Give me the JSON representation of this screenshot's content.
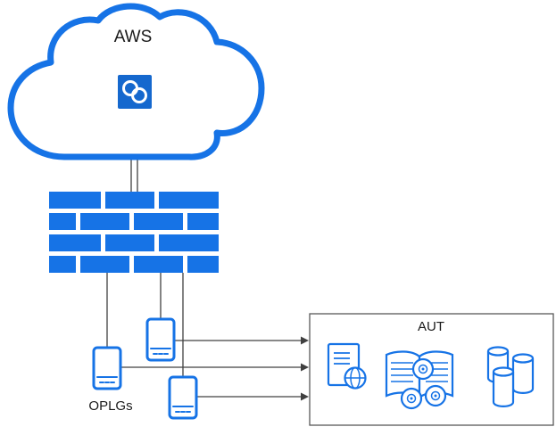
{
  "colors": {
    "blue": "#1673E6",
    "icon_bg": "#1568CE",
    "line": "#404040",
    "box_border": "#595959",
    "text": "#1A1A1A",
    "background": "#FFFFFF"
  },
  "diagram": {
    "cloud": {
      "label": "AWS",
      "icon": "linked-rings-icon"
    },
    "firewall": {
      "type": "firewall-brick-wall"
    },
    "gateways": {
      "label": "OPLGs",
      "count": 3,
      "icon": "mobile-device-icon"
    },
    "aut": {
      "label": "AUT",
      "components": [
        "web-server",
        "media-catalog",
        "database-stack"
      ]
    },
    "connections": [
      {
        "from": "aws-cloud",
        "to": "firewall",
        "style": "double-line"
      },
      {
        "from": "firewall",
        "to": "oplg-device-1",
        "style": "line"
      },
      {
        "from": "firewall",
        "to": "oplg-device-2",
        "style": "line"
      },
      {
        "from": "firewall",
        "to": "oplg-device-3",
        "style": "line"
      },
      {
        "from": "oplg-device-2",
        "to": "aut",
        "style": "arrow"
      },
      {
        "from": "oplg-device-1",
        "to": "aut",
        "style": "arrow"
      },
      {
        "from": "oplg-device-3",
        "to": "aut",
        "style": "arrow"
      }
    ]
  }
}
